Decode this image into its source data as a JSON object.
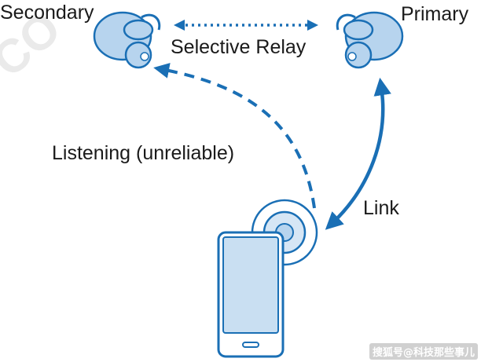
{
  "labels": {
    "secondary": "Secondary",
    "primary": "Primary",
    "selective_relay": "Selective Relay",
    "listening": "Listening (unreliable)",
    "link": "Link"
  },
  "watermark": "搜狐号@科技那些事儿",
  "icons": {
    "secondary_earbud": "earbud-icon",
    "primary_earbud": "earbud-icon",
    "phone": "smartphone-icon",
    "signal": "radio-signal-icon"
  },
  "colors": {
    "accent": "#1a6fb5",
    "earbud_fill": "#b7d4ee",
    "phone_fill": "#c9dff2",
    "text": "#1a1a1a"
  }
}
